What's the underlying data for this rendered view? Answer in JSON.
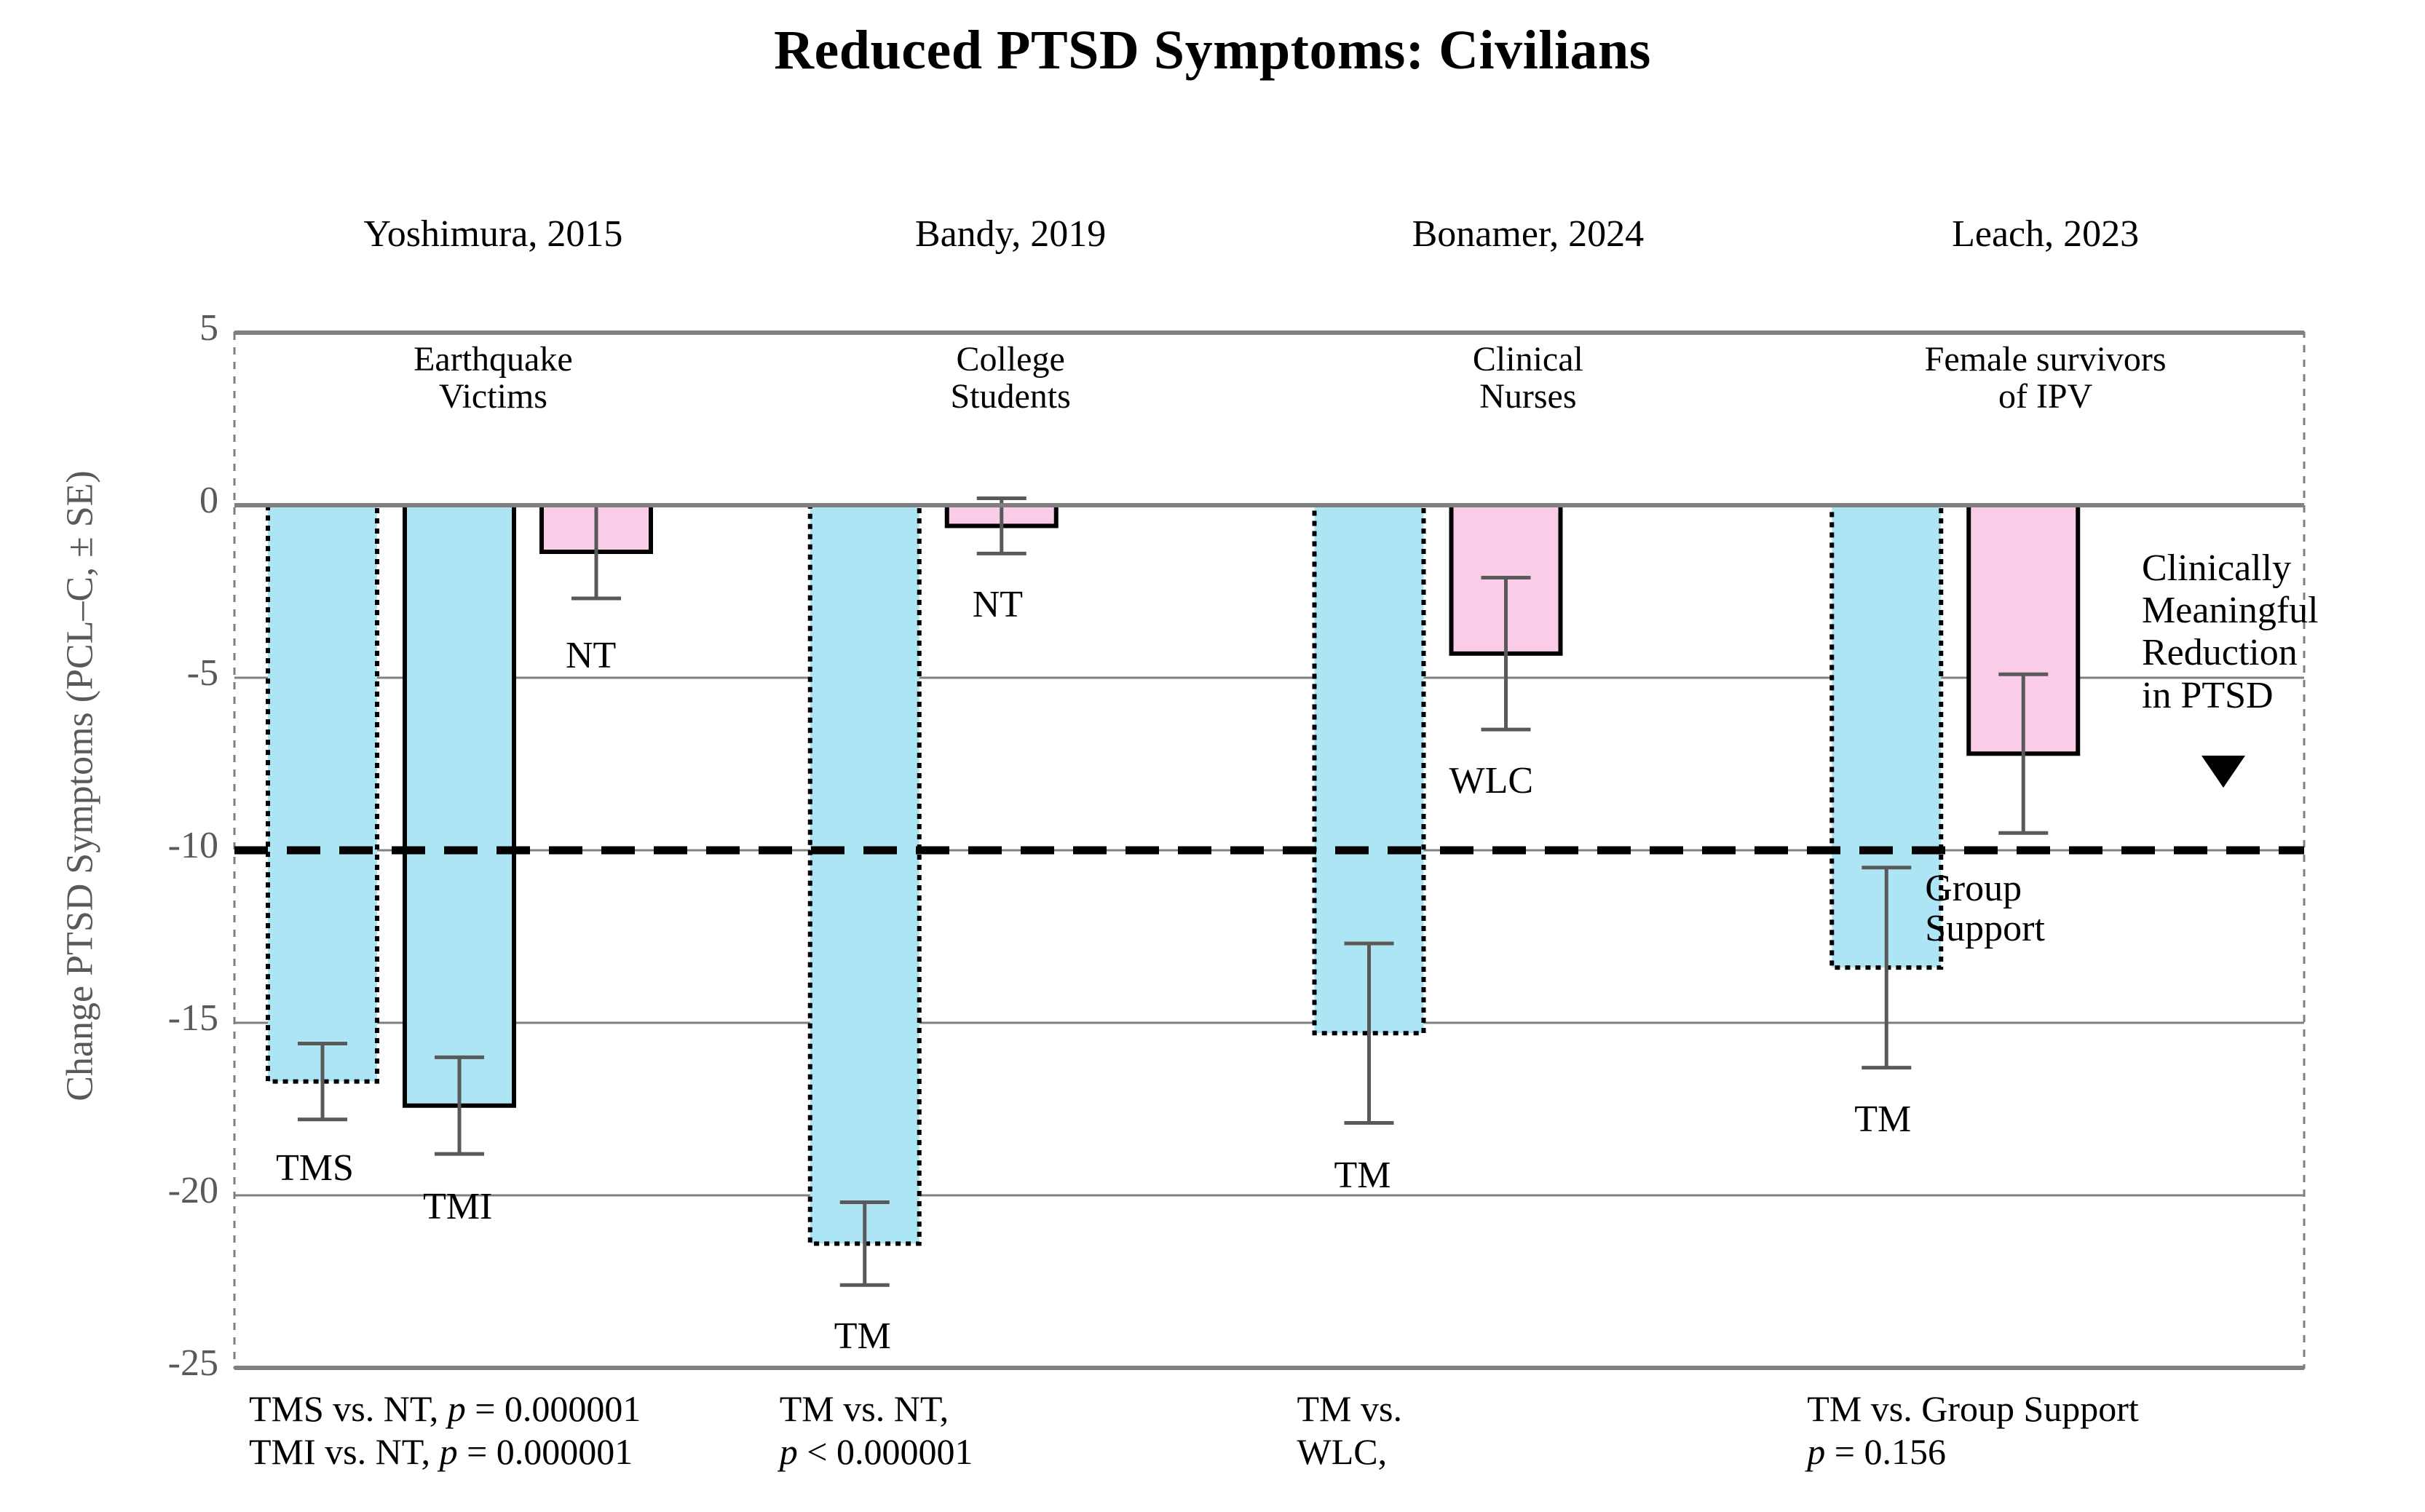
{
  "title": "Reduced PTSD Symptoms: Civilians",
  "axis": {
    "ylabel": "Change PTSD Symptoms (PCL–C, ± SE)",
    "ticks": [
      "5",
      "0",
      "-5",
      "-10",
      "-15",
      "-20",
      "-25"
    ]
  },
  "annotation": {
    "line1": "Clinically",
    "line2": "Meaningful",
    "line3": "Reduction",
    "line4": "in PTSD",
    "marker": "down-triangle"
  },
  "studies": [
    {
      "citation": "Yoshimura, 2015",
      "population_line1": "Earthquake",
      "population_line2": "Victims",
      "footnote_line1": "TMS  vs. NT, p = 0.000001",
      "footnote_line2": "TMI vs. NT,  p =  0.000001"
    },
    {
      "citation": "Bandy, 2019",
      "population_line1": "College",
      "population_line2": "Students",
      "footnote_line1": "TM vs. NT,",
      "footnote_line2": "p < 0.000001"
    },
    {
      "citation": "Bonamer, 2024",
      "population_line1": "Clinical",
      "population_line2": "Nurses",
      "footnote_line1": "TM vs.",
      "footnote_line2": "WLC,"
    },
    {
      "citation": "Leach, 2023",
      "population_line1": "Female survivors",
      "population_line2": "of IPV",
      "footnote_line1": "TM vs. Group Support",
      "footnote_line2": "p = 0.156"
    }
  ],
  "colors": {
    "treatment_fill": "#ADE5F4",
    "control_fill": "#FBCCE7",
    "bar_stroke": "#000000",
    "gridline": "#808080",
    "threshold_line": "#000000",
    "axis_text": "#595959"
  },
  "chart_data": {
    "type": "bar",
    "title": "Reduced PTSD Symptoms: Civilians",
    "xlabel": "",
    "ylabel": "Change PTSD Symptoms (PCL–C, ± SE)",
    "ylim": [
      -25,
      5
    ],
    "ytick_values": [
      5,
      0,
      -5,
      -10,
      -15,
      -20,
      -25
    ],
    "grid": true,
    "legend": "none",
    "threshold_line": {
      "value": -10,
      "style": "dashed",
      "label": "Clinically Meaningful Reduction in PTSD"
    },
    "groups": [
      {
        "name": "Yoshimura, 2015",
        "population": "Earthquake Victims",
        "bars": [
          {
            "label": "TMS",
            "value": -16.7,
            "se": 1.1,
            "arm": "treatment",
            "border": "dotted"
          },
          {
            "label": "TMI",
            "value": -17.4,
            "se": 1.4,
            "arm": "treatment",
            "border": "solid"
          },
          {
            "label": "NT",
            "value": -1.35,
            "se": 1.35,
            "arm": "control",
            "border": "solid"
          }
        ]
      },
      {
        "name": "Bandy, 2019",
        "population": "College Students",
        "bars": [
          {
            "label": "TM",
            "value": -21.4,
            "se": 1.2,
            "arm": "treatment",
            "border": "dotted"
          },
          {
            "label": "NT",
            "value": -0.6,
            "se": 0.8,
            "arm": "control",
            "border": "solid"
          }
        ]
      },
      {
        "name": "Bonamer, 2024",
        "population": "Clinical Nurses",
        "bars": [
          {
            "label": "TM",
            "value": -15.3,
            "se": 2.6,
            "arm": "treatment",
            "border": "dotted"
          },
          {
            "label": "WLC",
            "value": -4.3,
            "se": 2.2,
            "arm": "control",
            "border": "solid"
          }
        ]
      },
      {
        "name": "Leach, 2023",
        "population": "Female survivors of IPV",
        "bars": [
          {
            "label": "TM",
            "value": -13.4,
            "se": 2.9,
            "arm": "treatment",
            "border": "dotted"
          },
          {
            "label": "Group Support",
            "value": -7.2,
            "se": 2.3,
            "arm": "control",
            "border": "solid"
          }
        ]
      }
    ]
  }
}
